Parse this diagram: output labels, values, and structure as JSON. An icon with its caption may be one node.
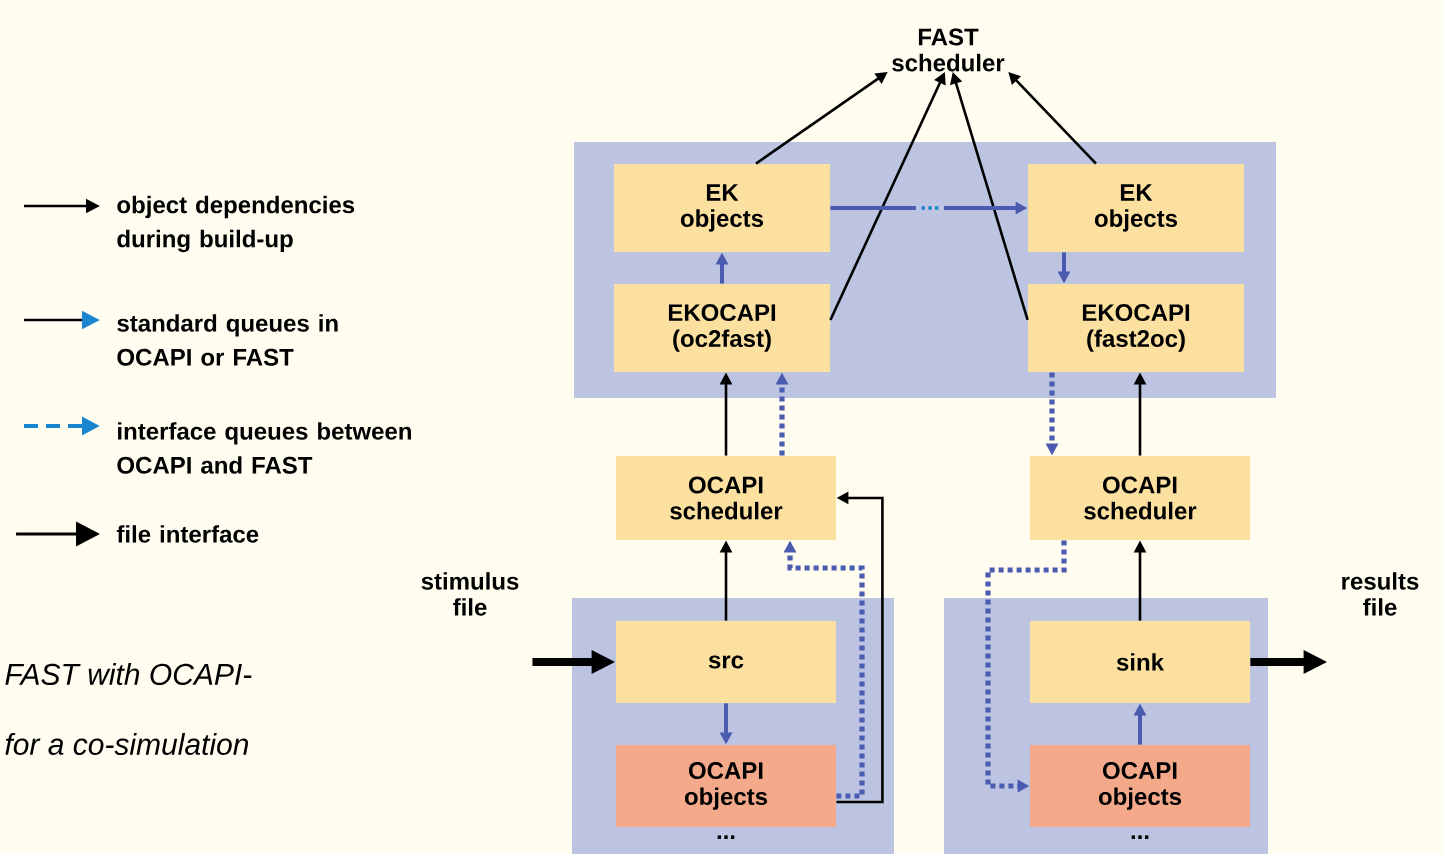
{
  "diagram": {
    "nodes": [
      {
        "text": [],
        "shape": "box"
      },
      {
        "text": [
          "EK objects"
        ],
        "in": 0
      },
      {
        "text": [
          "EKOCAPI (oc2fast)"
        ],
        "in": 0
      },
      {
        "text": [
          "EK objects"
        ],
        "in": 0
      },
      {
        "text": [
          "EKOCAPI (fast2oc)"
        ],
        "in": 0
      },
      {
        "text": [
          "FAST scheduler"
        ]
      },
      {
        "text": [
          "OCAPI scheduler"
        ]
      },
      {
        "text": [
          "OCAPI scheduler"
        ]
      },
      {
        "text": [],
        "shape": "box"
      },
      {
        "text": [
          "src"
        ],
        "in": 8
      },
      {
        "text": [
          "OCAPI objects"
        ],
        "in": 8,
        "beside": [
          "..."
        ]
      },
      {
        "text": [],
        "shape": "box"
      },
      {
        "text": [
          "sink"
        ],
        "in": 11
      },
      {
        "text": [
          "OCAPI objects"
        ],
        "in": 11,
        "beside": [
          "..."
        ]
      },
      {
        "text": [
          "stimulus file"
        ]
      },
      {
        "text": [
          "results file"
        ]
      }
    ],
    "edges": [
      {
        "from": 1,
        "to": 5,
        "arrow": "to"
      },
      {
        "from": 2,
        "to": 5,
        "arrow": "to"
      },
      {
        "from": 4,
        "to": 5,
        "arrow": "to"
      },
      {
        "from": 3,
        "to": 5,
        "arrow": "to"
      },
      {
        "from": 1,
        "to": 3,
        "arrow": "to",
        "label": "...",
        "color": "#4a5bb0"
      },
      {
        "from": 2,
        "to": 1,
        "arrow": "to",
        "color": "#4a5bb0"
      },
      {
        "from": 3,
        "to": 4,
        "arrow": "to",
        "color": "#4a5bb0"
      },
      {
        "from": 6,
        "to": 2,
        "arrow": "to"
      },
      {
        "from": 6,
        "to": 2,
        "arrow": "to",
        "style": "dashed",
        "color": "#4a5bb0"
      },
      {
        "from": 10,
        "to": 6,
        "arrow": "to",
        "style": "dashed",
        "color": "#4a5bb0"
      },
      {
        "from": 10,
        "to": 6,
        "arrow": "to"
      },
      {
        "from": 9,
        "to": 6,
        "arrow": "to"
      },
      {
        "from": 9,
        "to": 10,
        "arrow": "to",
        "color": "#4a5bb0"
      },
      {
        "from": 4,
        "to": 7,
        "arrow": "to",
        "style": "dashed",
        "color": "#4a5bb0"
      },
      {
        "from": 7,
        "to": 13,
        "arrow": "to",
        "style": "dashed",
        "color": "#4a5bb0"
      },
      {
        "from": 7,
        "to": 4,
        "arrow": "to"
      },
      {
        "from": 12,
        "to": 7,
        "arrow": "to"
      },
      {
        "from": 13,
        "to": 12,
        "arrow": "to",
        "color": "#4a5bb0"
      },
      {
        "from": 14,
        "to": 9,
        "arrow": "to",
        "style": "thick"
      },
      {
        "from": 12,
        "to": 15,
        "arrow": "to",
        "style": "thick"
      }
    ],
    "labels": [
      "FAST with OCAPI-",
      "for a co-simulation"
    ],
    "legend": [
      {
        "text": "object dependencies during build-up"
      },
      {
        "text": "standard queues in OCAPI or FAST"
      },
      {
        "text": "interface queues between OCAPI and FAST"
      },
      {
        "text": "file interface"
      }
    ]
  }
}
